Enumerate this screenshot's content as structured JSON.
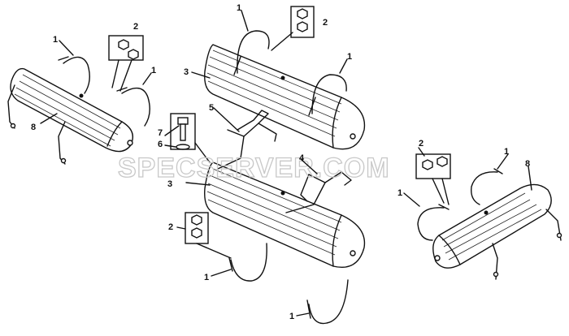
{
  "watermark": "SPECSERVER.COM",
  "callouts": {
    "c1a": "1",
    "c1b": "1",
    "c1c": "1",
    "c1d": "1",
    "c1e": "1",
    "c1f": "1",
    "c1g": "1",
    "c1h": "1",
    "c2a": "2",
    "c2b": "2",
    "c2c": "2",
    "c2d": "2",
    "c3a": "3",
    "c3b": "3",
    "c4": "4",
    "c5": "5",
    "c6": "6",
    "c7": "7",
    "c8a": "8",
    "c8b": "8"
  },
  "colors": {
    "ink": "#111111",
    "paper": "#ffffff",
    "watermark": "#c8c8c8"
  }
}
